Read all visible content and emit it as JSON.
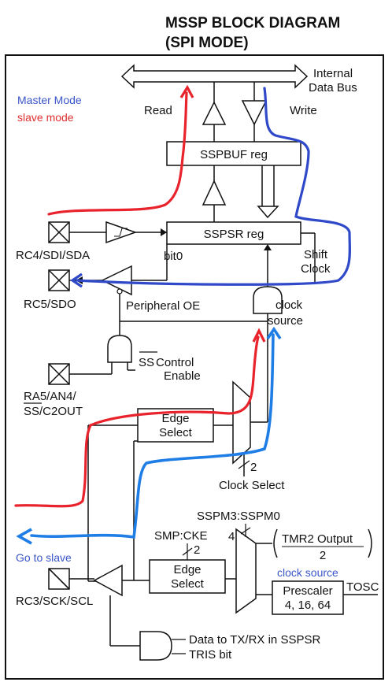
{
  "title": {
    "line1": "MSSP BLOCK DIAGRAM",
    "line2": "(SPI MODE)"
  },
  "bus": {
    "label_line1": "Internal",
    "label_line2": "Data Bus"
  },
  "labels": {
    "read": "Read",
    "write": "Write",
    "bit0": "bit0",
    "shift_clock_line1": "Shift",
    "shift_clock_line2": "Clock",
    "peripheral_oe": "Peripheral OE",
    "ss_control_line1": "SS",
    "ss_control_line1b": " Control",
    "ss_control_line2": "Enable",
    "clock_select": "Clock Select",
    "clock_select_width": "2",
    "sspm": "SSPM3:SSPM0",
    "sspm_width": "4",
    "smp_cke": "SMP:CKE",
    "smp_width": "2",
    "tmr2_output": "TMR2 Output",
    "tmr2_div": "2",
    "tosc": "TOSC",
    "data_to_txrx": "Data to TX/RX in SSPSR",
    "tris_bit": "TRIS bit"
  },
  "blocks": {
    "sspbuf": "SSPBUF reg",
    "sspsr": "SSPSR reg",
    "edge_select_top_line1": "Edge",
    "edge_select_top_line2": "Select",
    "edge_select_bottom_line1": "Edge",
    "edge_select_bottom_line2": "Select",
    "prescaler_line1": "Prescaler",
    "prescaler_line2": "4, 16, 64"
  },
  "pins": {
    "rc4": "RC4/SDI/SDA",
    "rc5": "RC5/SDO",
    "ra5_line1": "RA5/AN4/",
    "ra5_line2": "SS/C2OUT",
    "rc3": "RC3/SCK/SCL"
  },
  "annotations": {
    "master_mode": "Master Mode",
    "slave_mode": "slave mode",
    "clock_source_top_line1": "clock",
    "clock_source_top_line2": "source",
    "go_to_slave": "Go to slave",
    "clock_source_bottom": "clock source"
  },
  "colors": {
    "master_mode": "#3a56c8",
    "slave_mode": "#e03030",
    "master_path": "#2f49c9",
    "slave_path": "#e8232c",
    "clock_source_path": "#1f7ee6"
  }
}
